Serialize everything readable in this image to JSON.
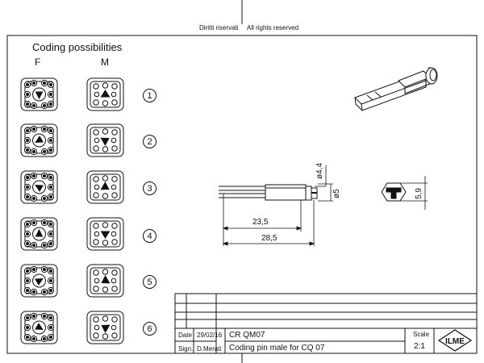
{
  "header": {
    "rights_it": "Diritti riservati",
    "rights_en": "All rights reserved"
  },
  "coding": {
    "title": "Coding possibilities",
    "col_f": "F",
    "col_m": "M",
    "numbers": [
      "1",
      "2",
      "3",
      "4",
      "5",
      "6"
    ]
  },
  "dimensions": {
    "d44": "ø4,4",
    "d5": "ø5",
    "len1": "23,5",
    "len2": "28,5",
    "h59": "5,9"
  },
  "title_block": {
    "date_label": "Date",
    "date_value": "29/02/16",
    "sign_label": "Sign.",
    "sign_value": "D.Merati",
    "code": "CR QM07",
    "description": "Coding pin male for CQ 07",
    "scale_label": "Scale",
    "scale_value": "2:1"
  }
}
